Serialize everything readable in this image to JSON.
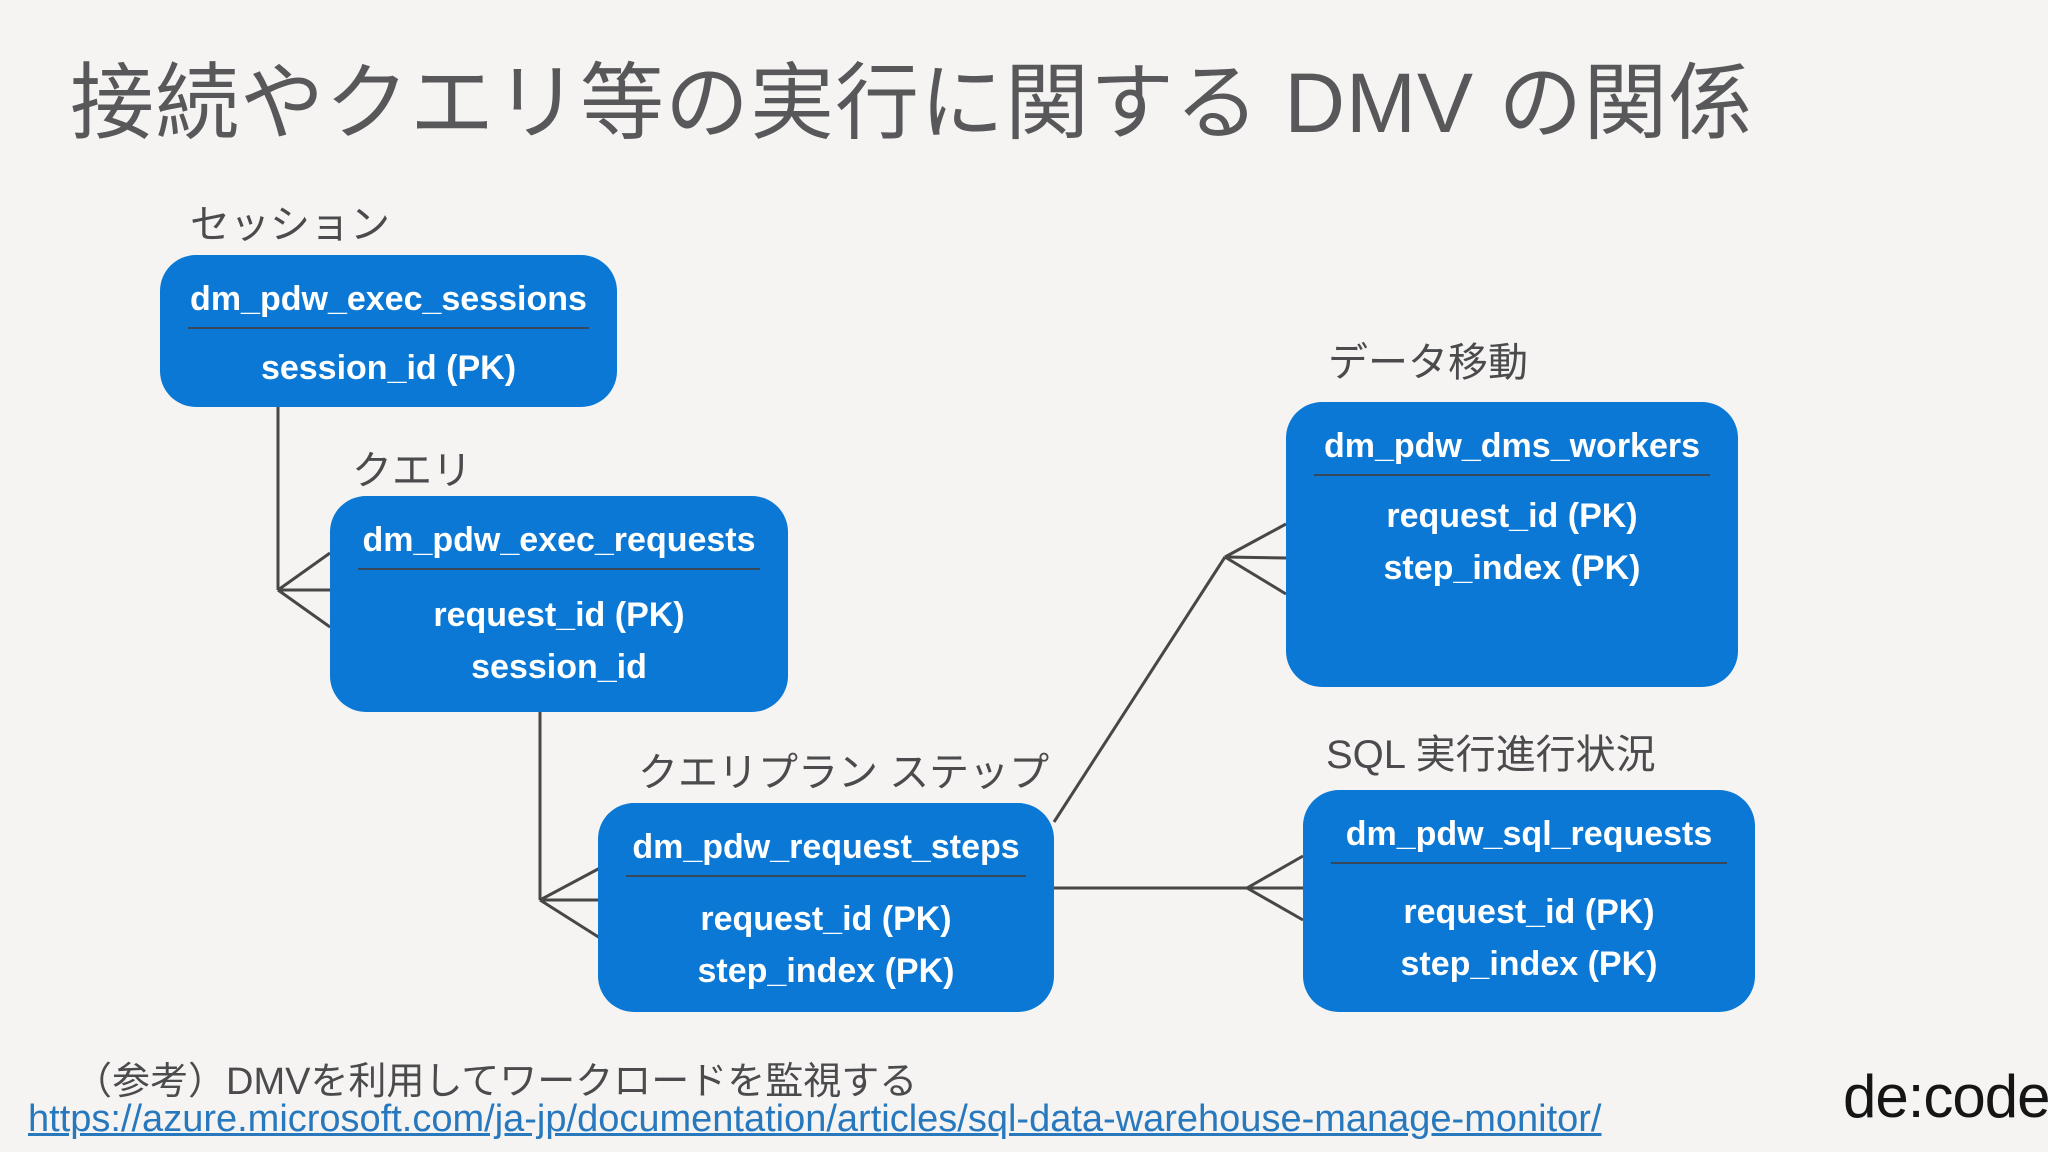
{
  "slide": {
    "title": "接続やクエリ等の実行に関する DMV の関係"
  },
  "entities": [
    {
      "id": "sessions",
      "label": "セッション",
      "table": "dm_pdw_exec_sessions",
      "fields": [
        "session_id (PK)"
      ]
    },
    {
      "id": "requests",
      "label": "クエリ",
      "table": "dm_pdw_exec_requests",
      "fields": [
        "request_id (PK)",
        "session_id"
      ]
    },
    {
      "id": "steps",
      "label": "クエリプラン ステップ",
      "table": "dm_pdw_request_steps",
      "fields": [
        "request_id (PK)",
        "step_index (PK)"
      ]
    },
    {
      "id": "workers",
      "label": "データ移動",
      "table": "dm_pdw_dms_workers",
      "fields": [
        "request_id (PK)",
        "step_index (PK)"
      ]
    },
    {
      "id": "sql",
      "label": "SQL 実行進行状況",
      "table": "dm_pdw_sql_requests",
      "fields": [
        "request_id (PK)",
        "step_index (PK)"
      ]
    }
  ],
  "relationships": [
    {
      "from": "dm_pdw_exec_sessions",
      "to": "dm_pdw_exec_requests",
      "cardinality": "one-to-many",
      "notation": "crow-foot-at-child"
    },
    {
      "from": "dm_pdw_exec_requests",
      "to": "dm_pdw_request_steps",
      "cardinality": "one-to-many",
      "notation": "crow-foot-at-child"
    },
    {
      "from": "dm_pdw_request_steps",
      "to": "dm_pdw_dms_workers",
      "cardinality": "one-to-many",
      "notation": "crow-foot-at-child"
    },
    {
      "from": "dm_pdw_request_steps",
      "to": "dm_pdw_sql_requests",
      "cardinality": "one-to-many",
      "notation": "crow-foot-at-child"
    }
  ],
  "footer": {
    "note": "（参考）DMVを利用してワークロードを監視する",
    "link": "https://azure.microsoft.com/ja-jp/documentation/articles/sql-data-warehouse-manage-monitor/"
  },
  "logo": {
    "text": "de:code"
  },
  "colors": {
    "box": "#0a78d4",
    "divider": "#35495a",
    "connector": "#474747",
    "link": "#2878be",
    "title": "#58585a",
    "label": "#4b4b4d",
    "bg": "#f5f4f2",
    "logo": "#151515"
  }
}
